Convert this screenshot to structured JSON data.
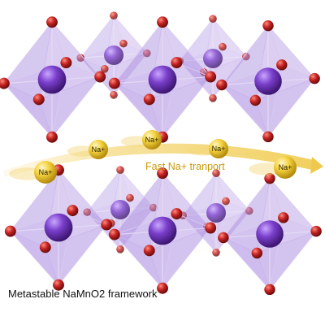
{
  "ions": [
    {
      "label": "Na+"
    },
    {
      "label": "Na+"
    },
    {
      "label": "Na+"
    },
    {
      "label": "Na+"
    },
    {
      "label": "Na+"
    }
  ],
  "transport": {
    "label": "Fast Na+ tranport"
  },
  "caption": {
    "label": "Metastable NaMnO2 framework"
  },
  "colors": {
    "octahedron": "#a98be0",
    "manganese": "#6a2eb4",
    "oxygen": "#b01e1e",
    "sodium": "#f2cf3a",
    "arrow": "#f3d77a"
  }
}
